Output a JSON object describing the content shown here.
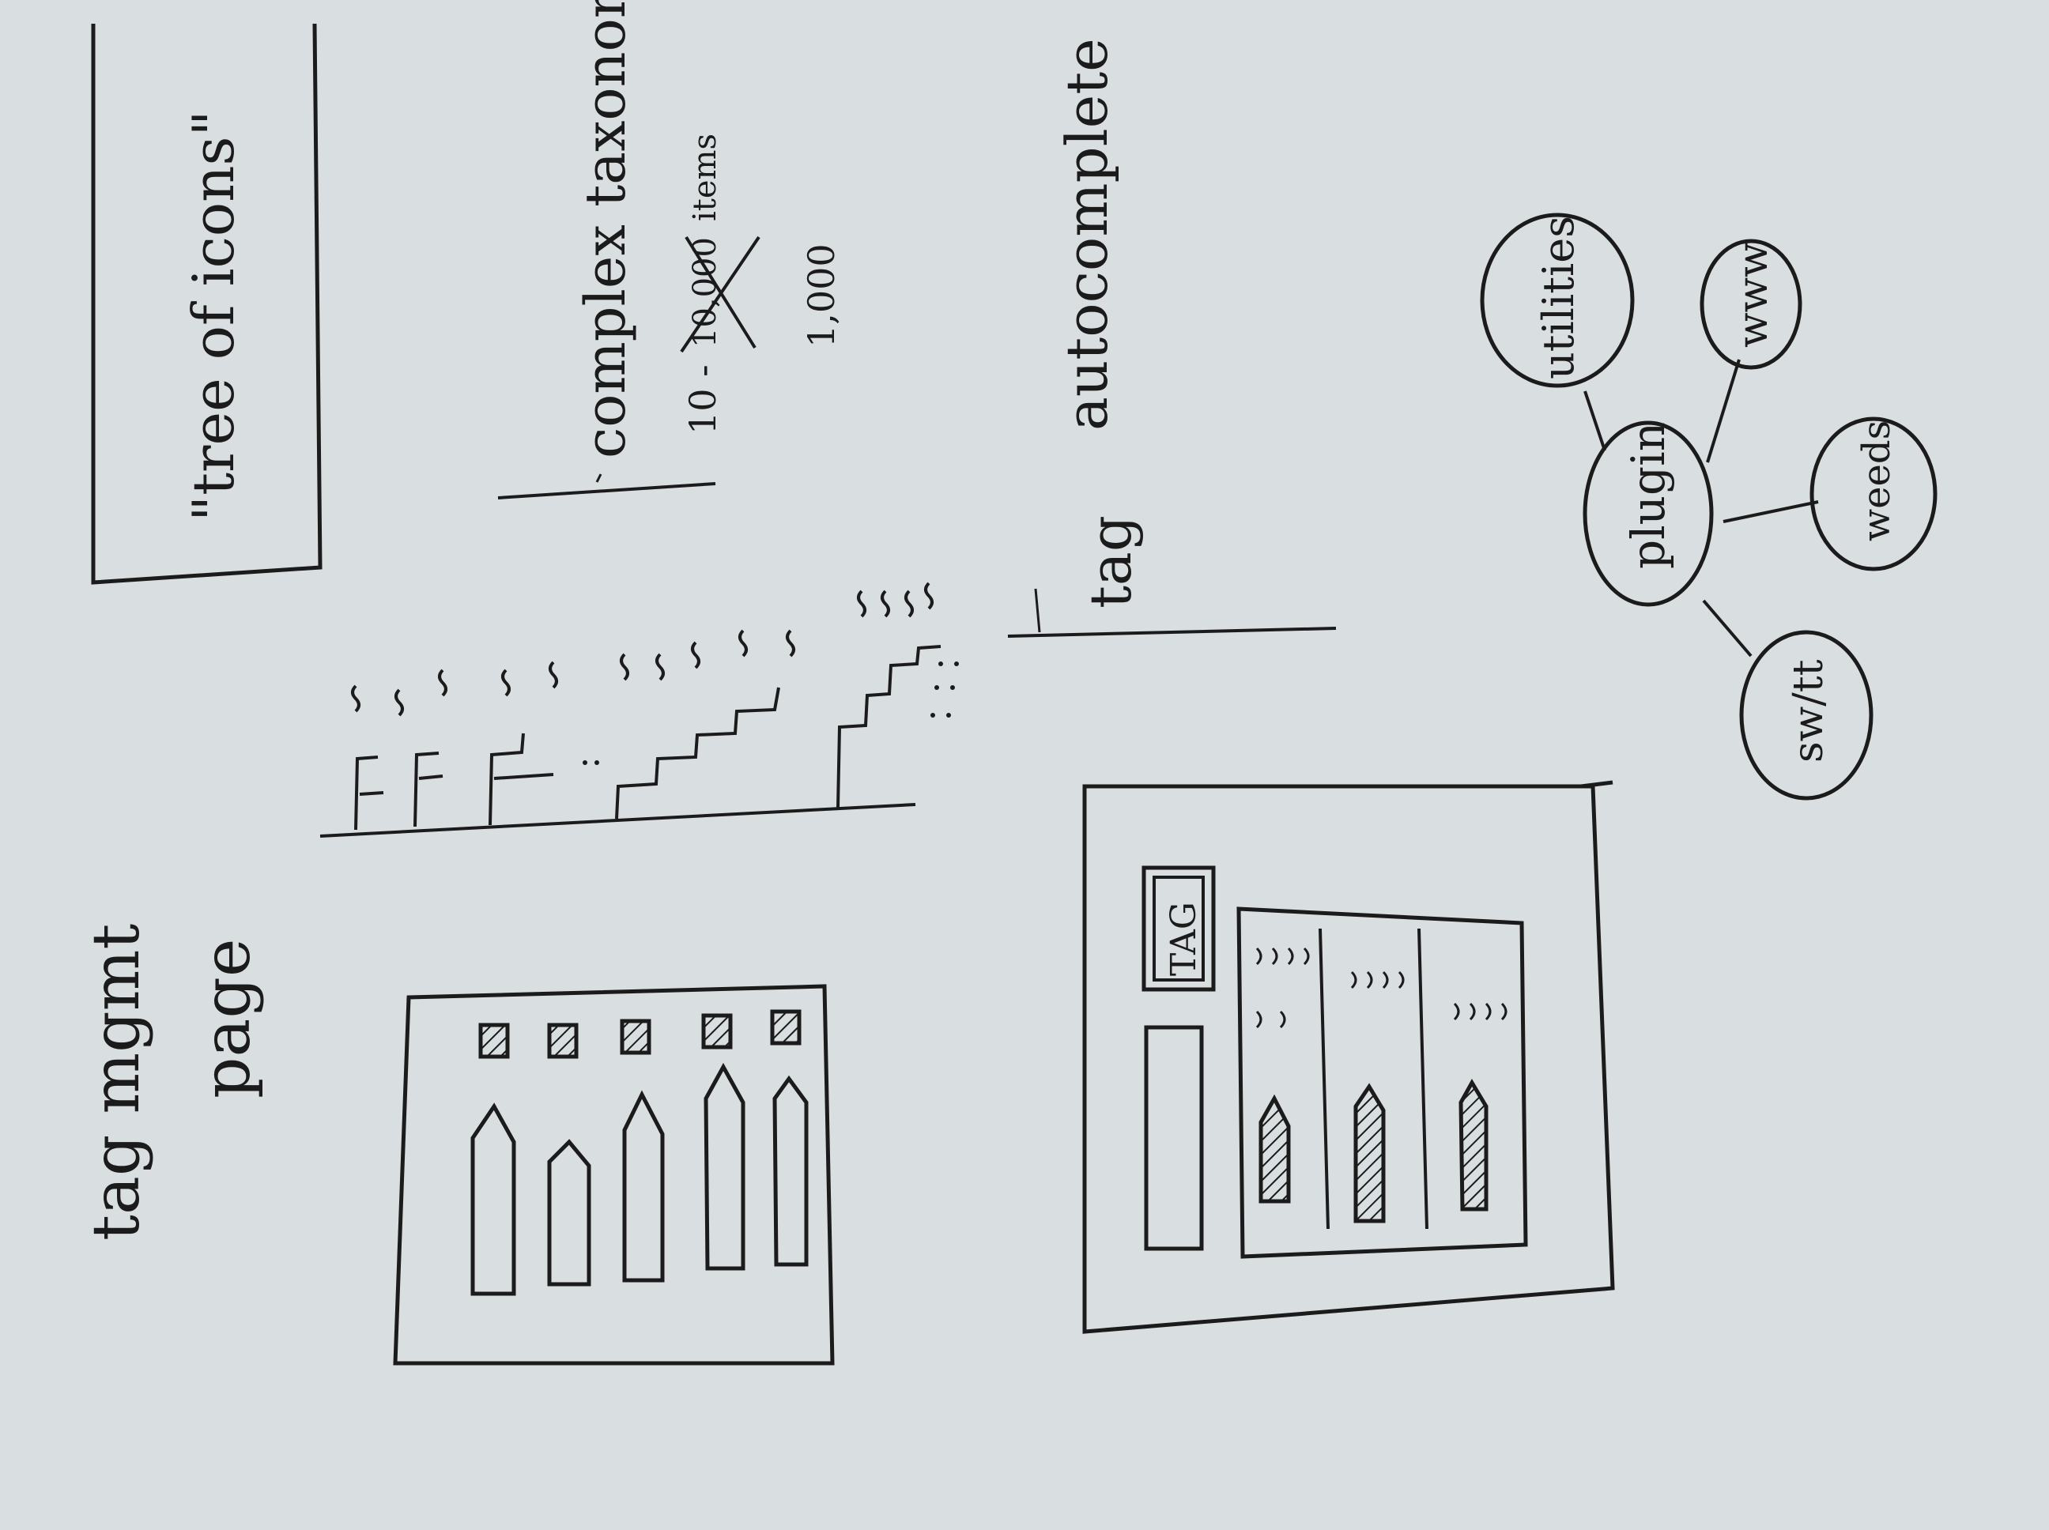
{
  "sketch": {
    "tag_mgmt_title": "tag mgmt",
    "page_word": "page",
    "tree_box_text": "\"tree of icons\"",
    "complex_taxonomy": "complex taxonomy",
    "range_low": "10 -",
    "range_struck": "10,000",
    "range_items": "items",
    "one_thousand": "1,000",
    "tag_label": "tag",
    "autocomplete": "autocomplete",
    "tag_button": "TAG",
    "bubble_center": "plugin",
    "bubble_top": "utilities",
    "bubble_right_top": "www",
    "bubble_right": "weeds",
    "bubble_bottom": "sw/tt"
  },
  "colors": {
    "paper": "#d9dee0",
    "ink": "#1b1b1b"
  }
}
